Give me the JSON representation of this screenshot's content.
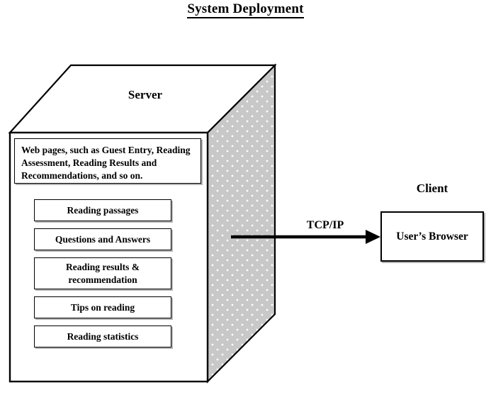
{
  "title": "System Deployment",
  "server": {
    "label": "Server",
    "webpages_note": "Web pages, such as Guest Entry, Reading Assessment, Reading Results and Recommendations, and so on.",
    "components": [
      {
        "label": "Reading passages"
      },
      {
        "label": "Questions and Answers"
      },
      {
        "label": "Reading results & recommendation"
      },
      {
        "label": "Tips on reading"
      },
      {
        "label": "Reading statistics"
      }
    ]
  },
  "connection": {
    "protocol_label": "TCP/IP",
    "direction": "server-to-client"
  },
  "client": {
    "label": "Client",
    "component_label": "User’s Browser"
  },
  "colors": {
    "stroke": "#000000",
    "node_face": "#ffffff",
    "node_side": "#c8c8c8",
    "shadow": "#b3b3b3",
    "background": "#ffffff"
  }
}
